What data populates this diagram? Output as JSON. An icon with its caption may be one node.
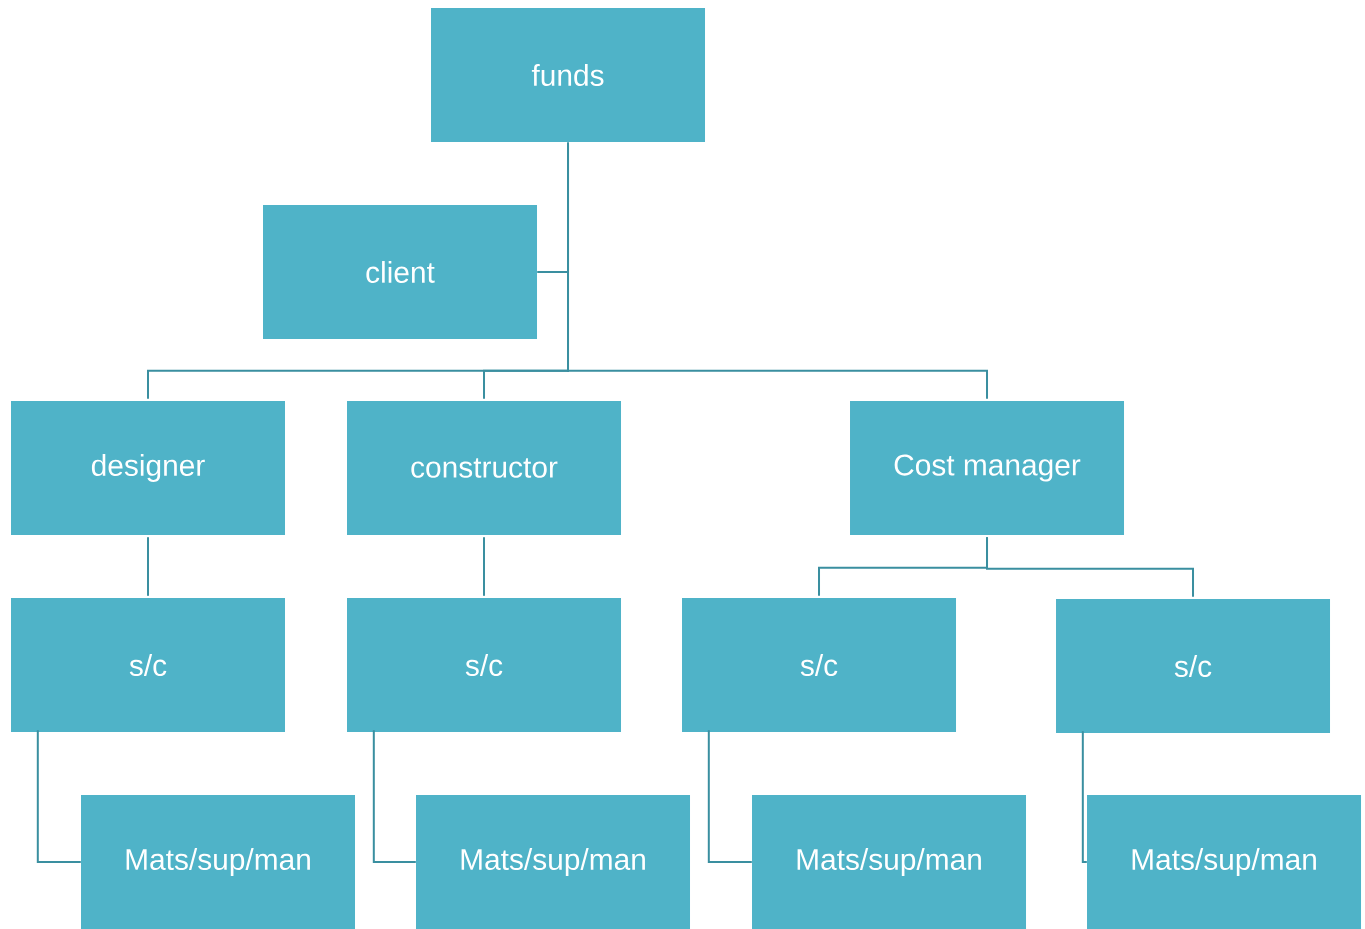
{
  "diagram": {
    "nodes": [
      {
        "text": [
          "funds"
        ]
      },
      {
        "text": [
          "client"
        ]
      },
      {
        "text": [
          "designer"
        ]
      },
      {
        "text": [
          "constructor"
        ]
      },
      {
        "text": [
          "Cost manager"
        ]
      },
      {
        "text": [
          "s/c"
        ]
      },
      {
        "text": [
          "s/c"
        ]
      },
      {
        "text": [
          "s/c"
        ]
      },
      {
        "text": [
          "s/c"
        ]
      },
      {
        "text": [
          "Mats/sup/man"
        ]
      },
      {
        "text": [
          "Mats/sup/man"
        ]
      },
      {
        "text": [
          "Mats/sup/man"
        ]
      },
      {
        "text": [
          "Mats/sup/man"
        ]
      }
    ],
    "edges": [
      {
        "from": 0,
        "to": 1,
        "arrow": "none"
      },
      {
        "from": 0,
        "to": 2,
        "arrow": "none"
      },
      {
        "from": 0,
        "to": 3,
        "arrow": "none"
      },
      {
        "from": 0,
        "to": 4,
        "arrow": "none"
      },
      {
        "from": 2,
        "to": 5,
        "arrow": "none"
      },
      {
        "from": 3,
        "to": 6,
        "arrow": "none"
      },
      {
        "from": 4,
        "to": 7,
        "arrow": "none"
      },
      {
        "from": 4,
        "to": 8,
        "arrow": "none"
      },
      {
        "from": 5,
        "to": 9,
        "arrow": "none"
      },
      {
        "from": 6,
        "to": 10,
        "arrow": "none"
      },
      {
        "from": 7,
        "to": 11,
        "arrow": "none"
      },
      {
        "from": 8,
        "to": 12,
        "arrow": "none"
      }
    ]
  }
}
